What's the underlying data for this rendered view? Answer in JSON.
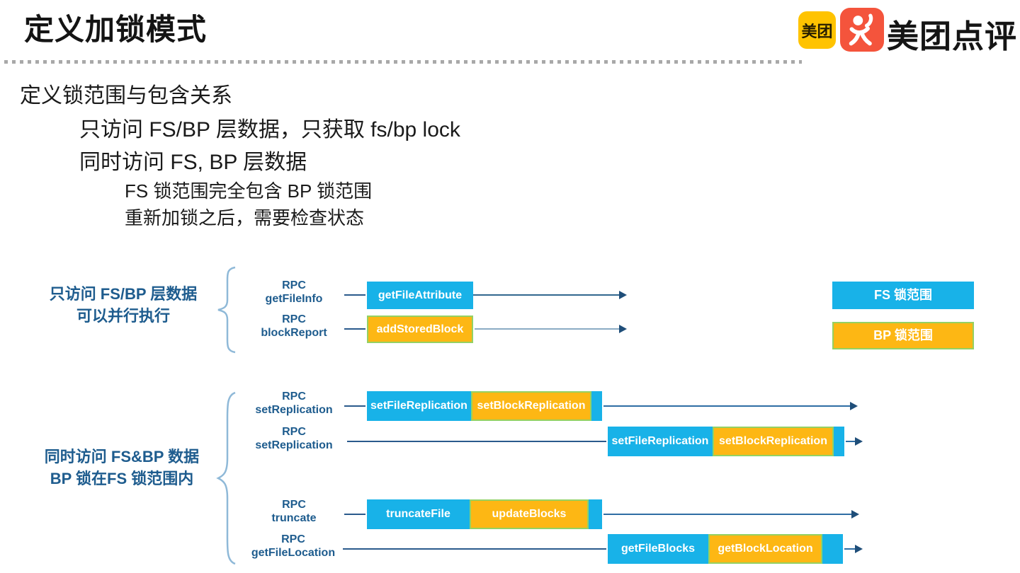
{
  "header": {
    "title": "定义加锁模式",
    "logo": {
      "meituan_badge_text": "美团",
      "brand_text": "美团点评"
    }
  },
  "bullets": {
    "l1": "定义锁范围与包含关系",
    "l2": "只访问 FS/BP 层数据，只获取 fs/bp lock",
    "l3": "同时访问 FS, BP 层数据",
    "l4": "FS 锁范围完全包含 BP 锁范围",
    "l5": "重新加锁之后，需要检查状态"
  },
  "diagram": {
    "group1": {
      "label_line1": "只访问 FS/BP 层数据",
      "label_line2": "可以并行执行",
      "rows": [
        {
          "rpc_line1": "RPC",
          "rpc_line2": "getFileInfo",
          "box": "getFileAttribute"
        },
        {
          "rpc_line1": "RPC",
          "rpc_line2": "blockReport",
          "box": "addStoredBlock"
        }
      ]
    },
    "legend": {
      "fs": "FS 锁范围",
      "bp": "BP 锁范围"
    },
    "group2": {
      "label_line1": "同时访问 FS&BP 数据",
      "label_line2": "BP 锁在FS 锁范围内",
      "rows": [
        {
          "rpc_line1": "RPC",
          "rpc_line2": "setReplication",
          "fs_box": "setFileReplication",
          "bp_box": "setBlockReplication"
        },
        {
          "rpc_line1": "RPC",
          "rpc_line2": "setReplication",
          "fs_box": "setFileReplication",
          "bp_box": "setBlockReplication"
        },
        {
          "rpc_line1": "RPC",
          "rpc_line2": "truncate",
          "fs_box": "truncateFile",
          "bp_box": "updateBlocks"
        },
        {
          "rpc_line1": "RPC",
          "rpc_line2": "getFileLocation",
          "fs_box": "getFileBlocks",
          "bp_box": "getBlockLocation"
        }
      ]
    }
  },
  "colors": {
    "fs": "#18B2E8",
    "bp": "#FDB714",
    "bp_border": "#94D163",
    "label_blue": "#1E5C8E",
    "arrow_head": "#1F4E79",
    "meituan_yellow": "#FFC300",
    "dianping_orange": "#F4543C"
  }
}
